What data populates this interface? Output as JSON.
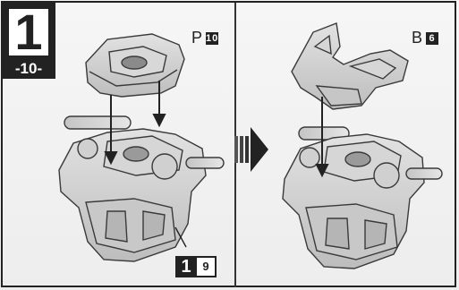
{
  "step": {
    "number": "1",
    "sub": "-10-"
  },
  "parts": {
    "left": {
      "letter": "P",
      "number": "10"
    },
    "right": {
      "letter": "B",
      "number": "6"
    }
  },
  "reference": {
    "step": "1",
    "substep": "9"
  },
  "colors": {
    "part_fill": "#cfcfcf",
    "outline": "#3a3a3a",
    "badge": "#222222"
  }
}
